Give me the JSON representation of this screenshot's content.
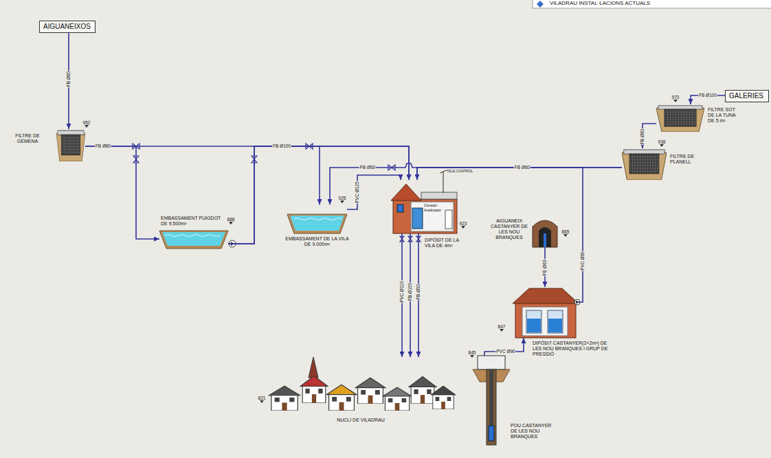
{
  "diagram": {
    "nodes": [
      {
        "text": [
          "AIGUANEIXOS"
        ]
      },
      {
        "text": [
          "FILTRE DE GÈMENA",
          "952"
        ]
      },
      {
        "text": [
          "EMBASSAMENT PUIGDOT DE 9.500m³",
          "888"
        ]
      },
      {
        "text": [
          "EMBASSAMENT DE LA VILA DE 9.000m³",
          "925"
        ]
      },
      {
        "text": [
          "DIPÒSIT DE LA VILA DE 4m³",
          "923"
        ]
      },
      {
        "text": [
          "FILTRE SOT DE LA TUNA DE 5 m³",
          "970"
        ]
      },
      {
        "text": [
          "GALERIES"
        ]
      },
      {
        "text": [
          "FILTRE DE PLANELL",
          "938"
        ]
      },
      {
        "text": [
          "AIGUANEIX CASTANYER DE LES NOU BRANQUES",
          "865"
        ]
      },
      {
        "text": [
          "DIPÒSIT CASTANYER(2+2m³) DE LES NOU BRANQUES I GRUP DE PRESSIÓ",
          "847"
        ]
      },
      {
        "text": [
          "POU CASTANYER DE LES NOU BRANQUES",
          "845"
        ]
      },
      {
        "text": [
          "NUCLI DE VILADRAU",
          "821"
        ]
      }
    ],
    "edges": [
      {
        "from": 0,
        "to": 1,
        "label": "FB Ø80",
        "arrow": "to"
      },
      {
        "from": 1,
        "to": 4,
        "label": "FB Ø80",
        "arrow": "to"
      },
      {
        "from": 1,
        "to": 2,
        "arrow": "to"
      },
      {
        "from": 2,
        "to": 3,
        "label": "FB Ø100",
        "arrow": "to"
      },
      {
        "from": 2,
        "to": 4,
        "arrow": "to"
      },
      {
        "from": 7,
        "to": 4,
        "label": "FB Ø60",
        "arrow": "to"
      },
      {
        "from": 7,
        "to": 3,
        "label": "FB Ø60",
        "arrow": "to"
      },
      {
        "from": 3,
        "to": 4,
        "label": "PVC Ø125",
        "arrow": "to"
      },
      {
        "from": 4,
        "to": 11,
        "label": "PVC Ø110",
        "arrow": "to"
      },
      {
        "from": 4,
        "to": 11,
        "label": "FB Ø100",
        "arrow": "to"
      },
      {
        "from": 4,
        "to": 11,
        "label": "FB Ø50",
        "arrow": "to"
      },
      {
        "from": 6,
        "to": 5,
        "label": "FB Ø100",
        "arrow": "to"
      },
      {
        "from": 5,
        "to": 7,
        "label": "FB Ø80",
        "arrow": "to"
      },
      {
        "from": 8,
        "to": 9,
        "label": "PE Ø63",
        "arrow": "to"
      },
      {
        "from": 9,
        "to": 4,
        "label": "PVC Ø90",
        "arrow": "none"
      },
      {
        "from": 10,
        "to": 9,
        "label": "PVC Ø90",
        "arrow": "to"
      }
    ],
    "labels": [
      "VILADRAU INSTAL·LACIONS ACTUALS",
      "TELE CONTROL",
      "Clorador",
      "Analitzador"
    ]
  }
}
